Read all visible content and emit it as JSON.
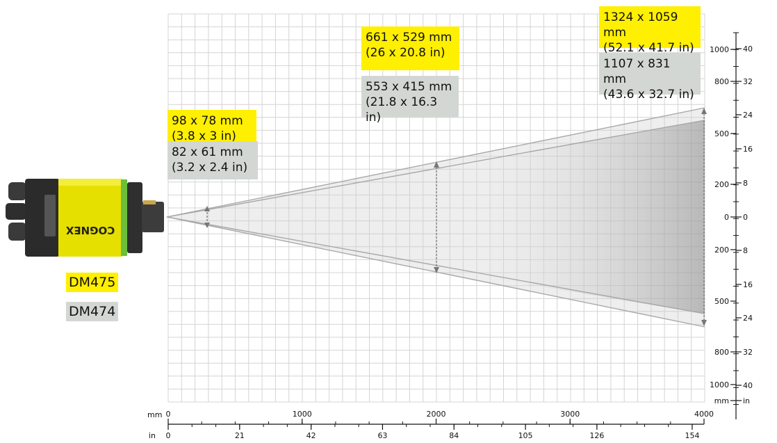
{
  "labels": {
    "near_dm475": {
      "line1": "98 x 78 mm",
      "line2": "(3.8 x 3 in)"
    },
    "near_dm474": {
      "line1": "82 x 61 mm",
      "line2": "(3.2 x 2.4 in)"
    },
    "mid_dm475": {
      "line1": "661 x 529 mm",
      "line2": "(26 x 20.8 in)"
    },
    "mid_dm474": {
      "line1": "553 x 415 mm",
      "line2": "(21.8 x 16.3 in)"
    },
    "far_dm475": {
      "line1": "1324 x 1059 mm",
      "line2": "(52.1 x 41.7 in)"
    },
    "far_dm474": {
      "line1": "1107 x 831 mm",
      "line2": "(43.6 x 32.7 in)"
    }
  },
  "models": {
    "dm475": "DM475",
    "dm474": "DM474"
  },
  "device": {
    "brand_text": "COGNEX"
  },
  "colors": {
    "dm475": "#ffef00",
    "dm474": "#d3d7d3",
    "grid": "#d0d0d0",
    "beam": "#a8a8a8"
  },
  "bottom_axis": {
    "mm_unit": "mm",
    "in_unit": "in",
    "mm_ticks": [
      "0",
      "1000",
      "2000",
      "3000",
      "4000"
    ],
    "in_ticks": [
      "0",
      "21",
      "42",
      "63",
      "84",
      "105",
      "126",
      "154"
    ]
  },
  "right_axis": {
    "mm_unit": "mm",
    "in_unit": "in",
    "mm_ticks": [
      "1000",
      "800",
      "500",
      "200",
      "0",
      "200",
      "500",
      "800",
      "1000"
    ],
    "in_ticks": [
      "40",
      "32",
      "24",
      "16",
      "8",
      "0",
      "8",
      "16",
      "24",
      "32",
      "40"
    ]
  }
}
